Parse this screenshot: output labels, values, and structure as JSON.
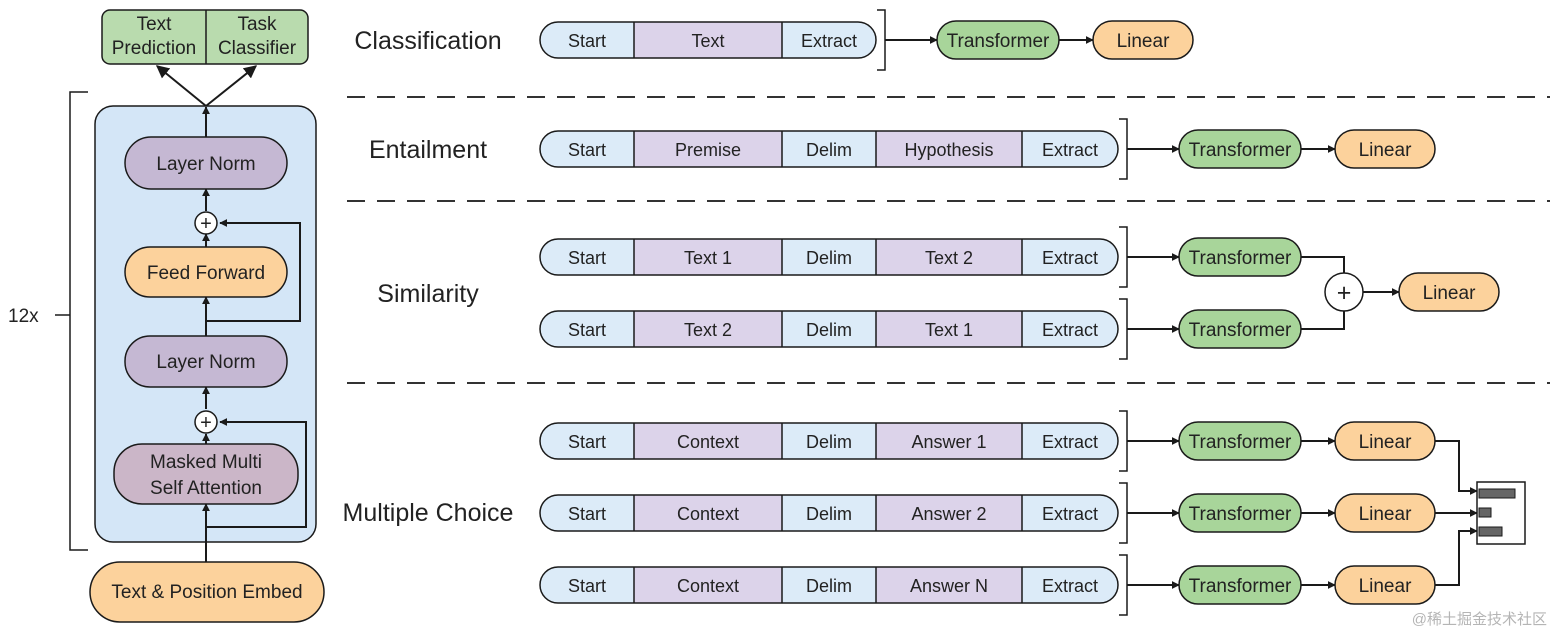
{
  "colors": {
    "token_blue": "#dcebf8",
    "token_purple": "#dcd3ea",
    "transformer_green": "#a8d59a",
    "linear_orange": "#fcd29c",
    "layer_norm": "#c5b8d3",
    "attention": "#cbb6c8",
    "block_bg": "#d4e6f7",
    "head_green": "#b9dbae",
    "stroke": "#1a1a1a",
    "dash": "#333333"
  },
  "architecture": {
    "heads": [
      "Text\nPrediction",
      "Task\nClassifier"
    ],
    "layer_norm_top": "Layer Norm",
    "feed_forward": "Feed Forward",
    "layer_norm_bottom": "Layer Norm",
    "attention": "Masked Multi\nSelf Attention",
    "embed": "Text & Position Embed",
    "repeat": "12x",
    "add_symbol": "+"
  },
  "tasks": [
    {
      "name": "Classification",
      "sequences": [
        [
          "Start",
          "Text",
          "Extract"
        ]
      ],
      "transformer": "Transformer",
      "linear": "Linear"
    },
    {
      "name": "Entailment",
      "sequences": [
        [
          "Start",
          "Premise",
          "Delim",
          "Hypothesis",
          "Extract"
        ]
      ],
      "transformer": "Transformer",
      "linear": "Linear"
    },
    {
      "name": "Similarity",
      "sequences": [
        [
          "Start",
          "Text 1",
          "Delim",
          "Text 2",
          "Extract"
        ],
        [
          "Start",
          "Text 2",
          "Delim",
          "Text 1",
          "Extract"
        ]
      ],
      "transformer": "Transformer",
      "linear": "Linear",
      "add_symbol": "+"
    },
    {
      "name": "Multiple Choice",
      "sequences": [
        [
          "Start",
          "Context",
          "Delim",
          "Answer 1",
          "Extract"
        ],
        [
          "Start",
          "Context",
          "Delim",
          "Answer 2",
          "Extract"
        ],
        [
          "Start",
          "Context",
          "Delim",
          "Answer N",
          "Extract"
        ]
      ],
      "transformer": "Transformer",
      "linear": "Linear"
    }
  ],
  "watermark": "@稀土掘金技术社区"
}
